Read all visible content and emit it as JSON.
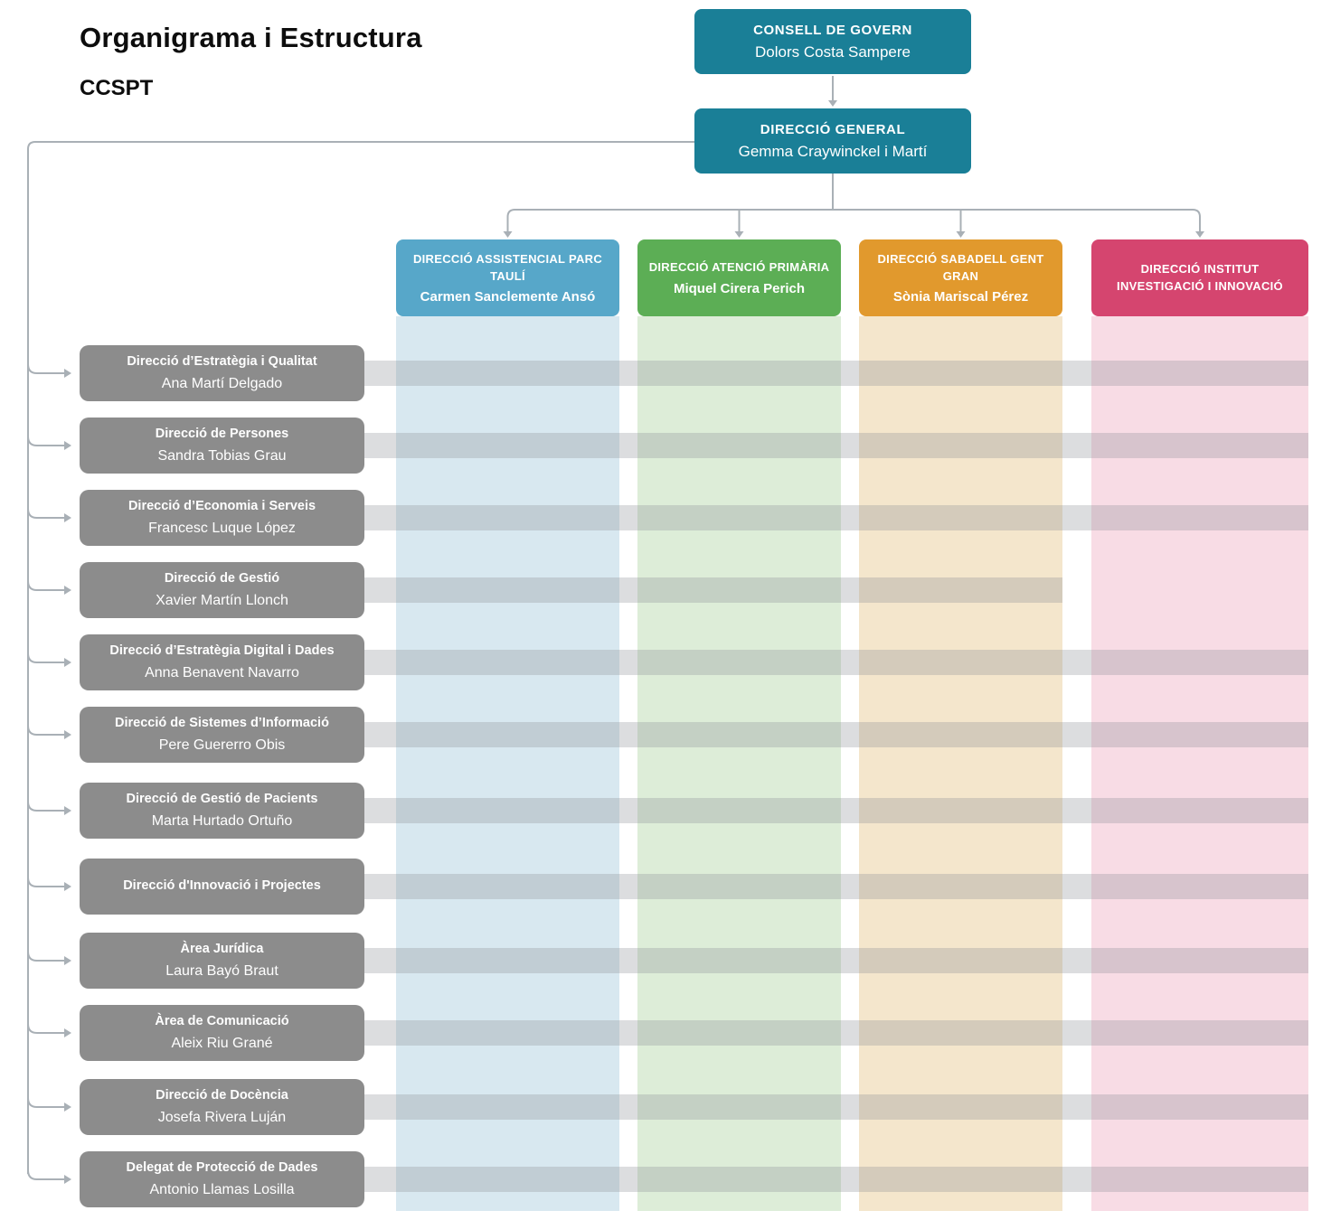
{
  "page": {
    "title": "Organigrama i Estructura",
    "subtitle": "CCSPT"
  },
  "colors": {
    "node_teal": "#1A7F97",
    "row_box_gray": "#8C8C8C",
    "connector": "#A9B0B6",
    "row_band": "rgba(138,144,150,0.30)"
  },
  "top_nodes": {
    "consell": {
      "title": "CONSELL DE GOVERN",
      "name": "Dolors Costa Sampere"
    },
    "direccio_general": {
      "title": "DIRECCIÓ GENERAL",
      "name": "Gemma Craywinckel i Martí"
    }
  },
  "columns": [
    {
      "title": "DIRECCIÓ ASSISTENCIAL PARC TAULÍ",
      "name": "Carmen Sanclemente Ansó",
      "color": "#57A7C9",
      "band_color": "#D8E8F0"
    },
    {
      "title": "DIRECCIÓ ATENCIÓ PRIMÀRIA",
      "name": "Miquel Cirera Perich",
      "color": "#5CAE55",
      "band_color": "#DDEDD8"
    },
    {
      "title": "DIRECCIÓ SABADELL GENT GRAN",
      "name": "Sònia Mariscal Pérez",
      "color": "#E1992D",
      "band_color": "#F4E6CC"
    },
    {
      "title": "DIRECCIÓ INSTITUT INVESTIGACIÓ I INNOVACIÓ",
      "name": "",
      "color": "#D5456F",
      "band_color": "#F8DCE5"
    }
  ],
  "rows": [
    {
      "title": "Direcció d’Estratègia i Qualitat",
      "name": "Ana Martí Delgado",
      "span": 4
    },
    {
      "title": "Direcció de Persones",
      "name": "Sandra Tobias Grau",
      "span": 4
    },
    {
      "title": "Direcció d’Economia i Serveis",
      "name": "Francesc Luque López",
      "span": 4
    },
    {
      "title": "Direcció de Gestió",
      "name": "Xavier Martín Llonch",
      "span": 3
    },
    {
      "title": "Direcció d’Estratègia Digital i Dades",
      "name": "Anna Benavent Navarro",
      "span": 4
    },
    {
      "title": "Direcció de Sistemes d’Informació",
      "name": "Pere Guererro Obis",
      "span": 4
    },
    {
      "title": "Direcció de Gestió de Pacients",
      "name": "Marta Hurtado Ortuño",
      "span": 4
    },
    {
      "title": "Direcció d'Innovació i Projectes",
      "name": "",
      "span": 4
    },
    {
      "title": "Àrea Jurídica",
      "name": "Laura Bayó Braut",
      "span": 4
    },
    {
      "title": "Àrea de Comunicació",
      "name": "Aleix Riu Grané",
      "span": 4
    },
    {
      "title": "Direcció de Docència",
      "name": "Josefa Rivera Luján",
      "span": 4
    },
    {
      "title": "Delegat de Protecció de Dades",
      "name": "Antonio Llamas Losilla",
      "span": 4
    }
  ]
}
